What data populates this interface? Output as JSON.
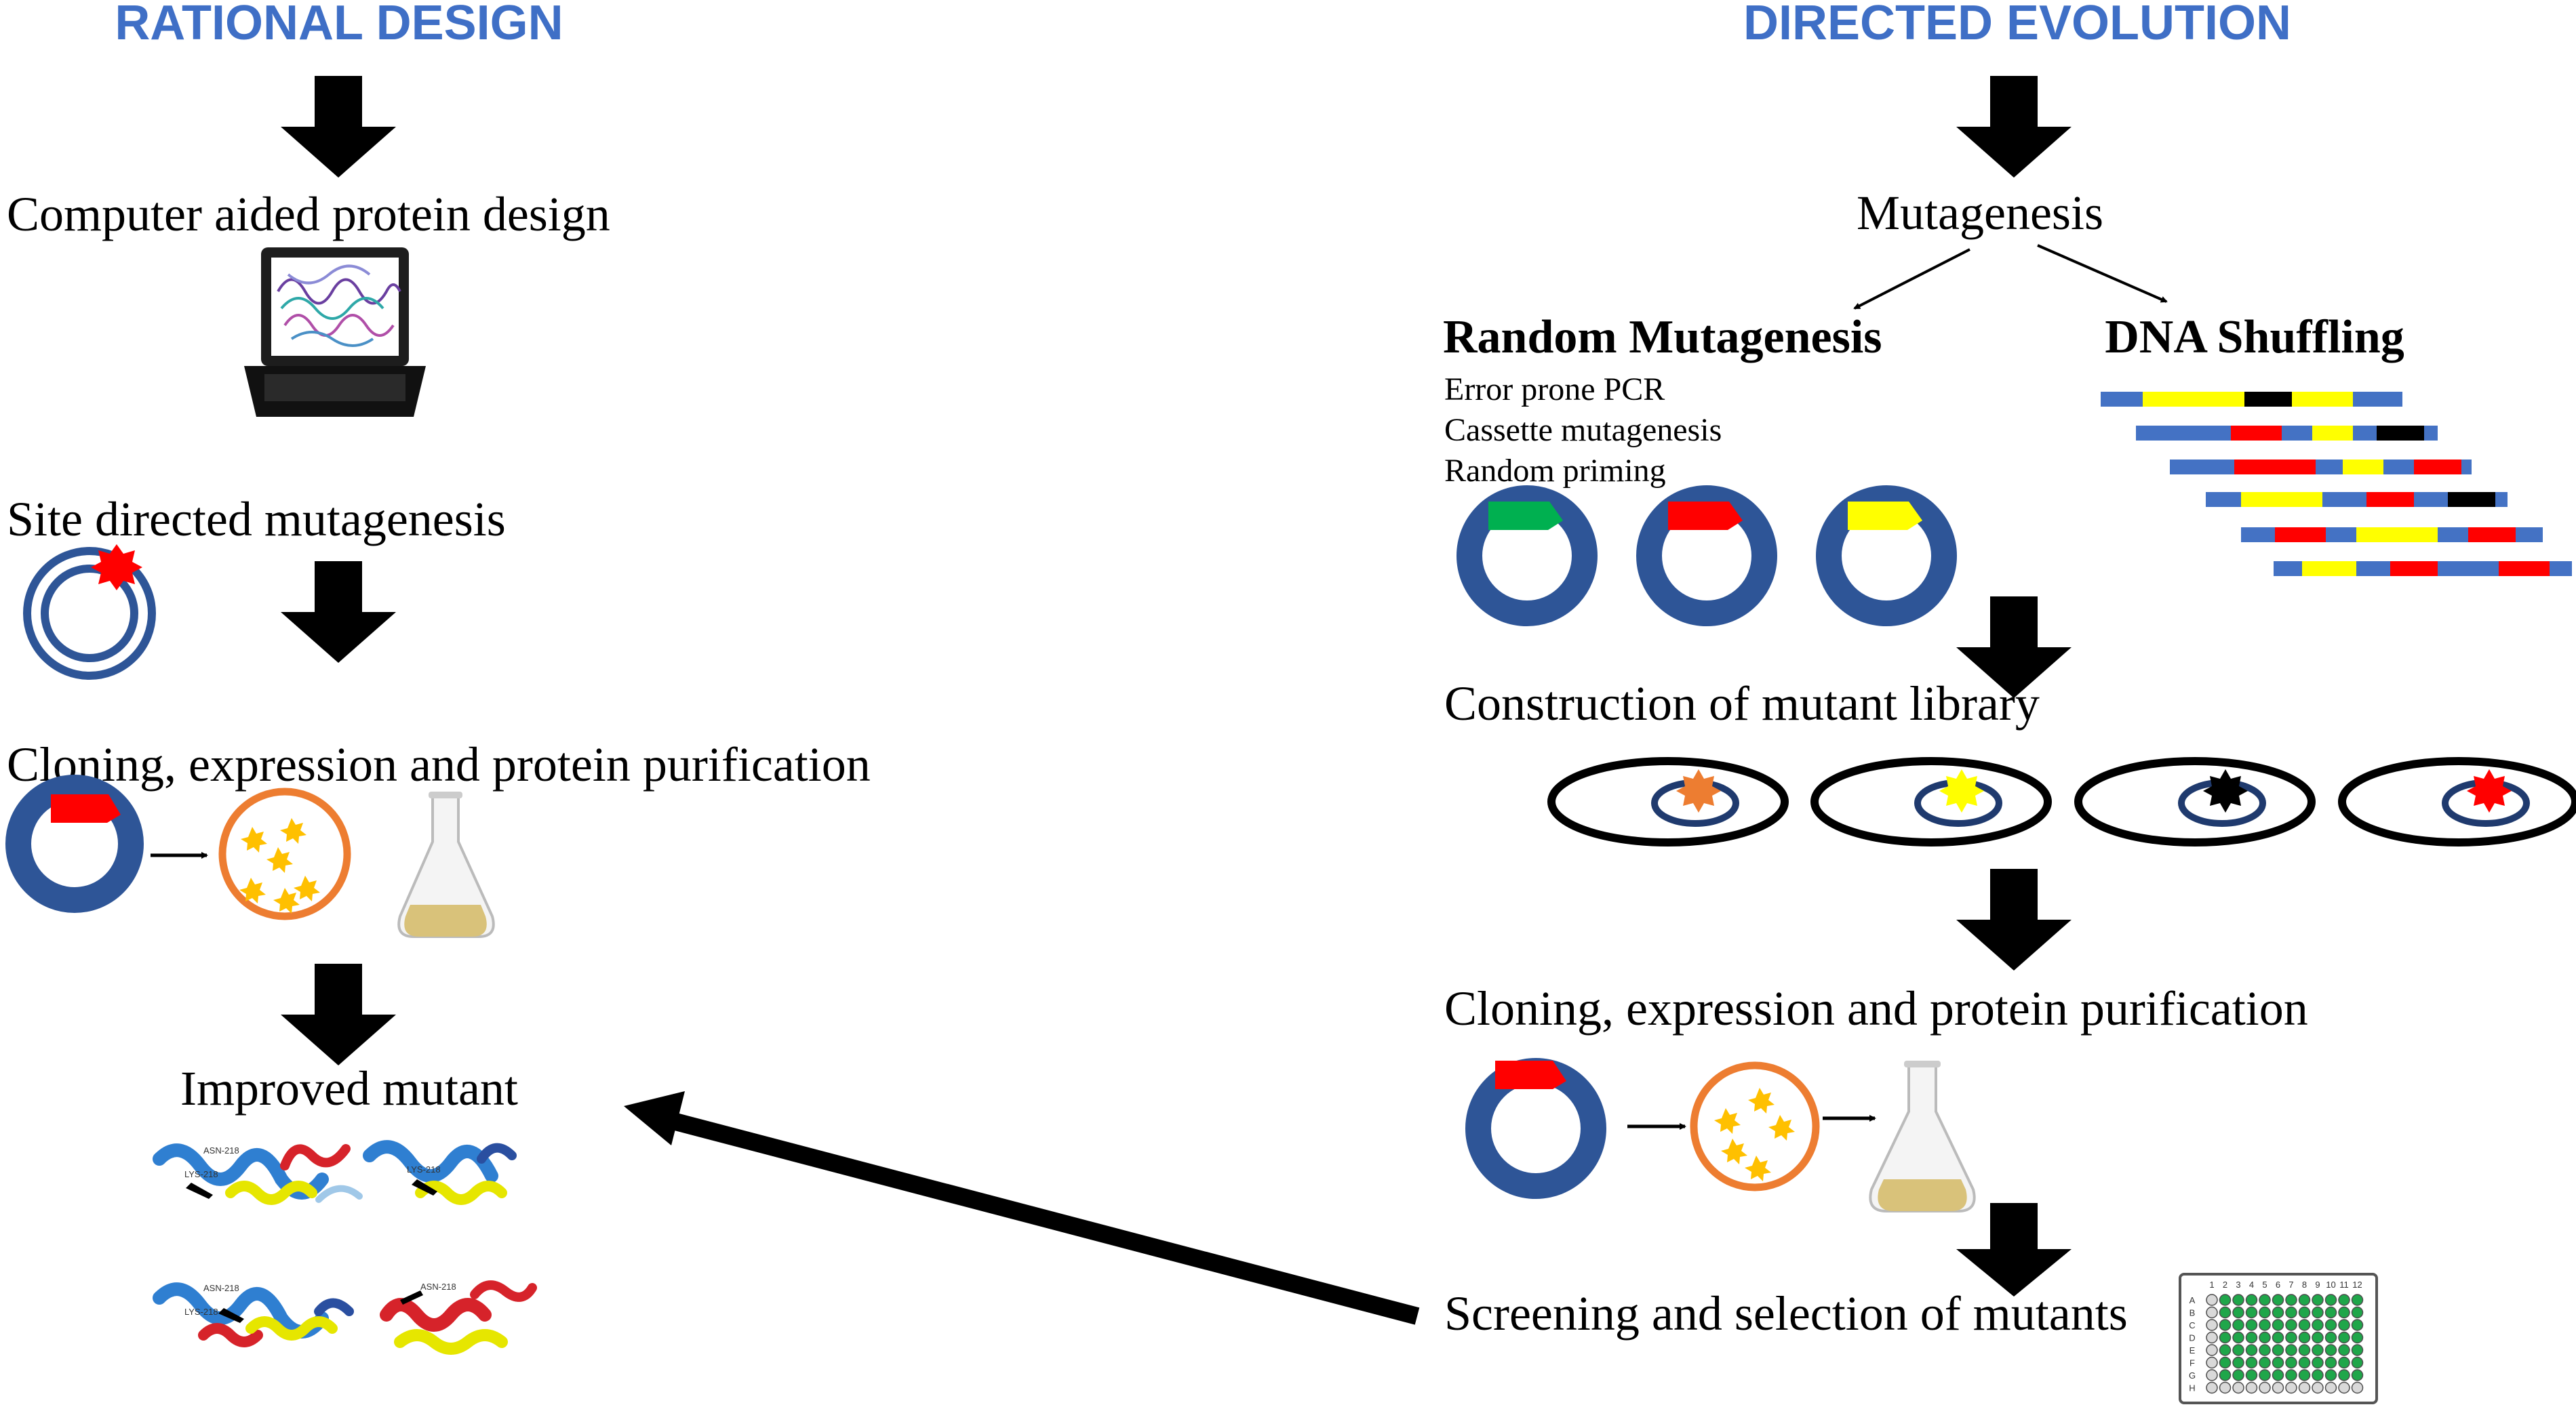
{
  "colors": {
    "heading": "#3f6fc6",
    "plasmid": "#2e5597",
    "mutant_red": "#ff0000",
    "mutant_green": "#00b050",
    "mutant_yellow": "#ffff00",
    "gene_blue": "#4472c4",
    "cell_orange": "#ed7d31",
    "star_yellow": "#ffc000",
    "culture": "#d9c27a",
    "well_green": "#1fa64a"
  },
  "rational_design": {
    "title": "RATIONAL DESIGN",
    "steps": {
      "computer_design": "Computer aided protein design",
      "site_directed": "Site directed mutagenesis",
      "cloning": "Cloning, expression and protein purification",
      "improved_mutant": "Improved mutant"
    },
    "structure_labels": {
      "asn": "ASN-218",
      "lys": "LYS-218"
    },
    "icons": [
      "laptop-icon",
      "plasmid-icon",
      "cell-icon",
      "flask-icon",
      "protein-structure-icon"
    ]
  },
  "directed_evolution": {
    "title": "DIRECTED EVOLUTION",
    "mutagenesis": "Mutagenesis",
    "random_mutagenesis": {
      "title": "Random Mutagenesis",
      "methods": [
        "Error prone PCR",
        "Cassette mutagenesis",
        "Random priming"
      ]
    },
    "dna_shuffling": {
      "title": "DNA Shuffling"
    },
    "steps": {
      "library": "Construction of mutant library",
      "cloning": "Cloning, expression and protein purification",
      "screening": "Screening and selection of mutants"
    },
    "plate": {
      "columns": [
        "1",
        "2",
        "3",
        "4",
        "5",
        "6",
        "7",
        "8",
        "9",
        "10",
        "11",
        "12"
      ],
      "rows": [
        "A",
        "B",
        "C",
        "D",
        "E",
        "F",
        "G",
        "H"
      ]
    },
    "icons": [
      "plasmid-icon",
      "cell-icon",
      "flask-icon",
      "well-plate-icon"
    ]
  }
}
